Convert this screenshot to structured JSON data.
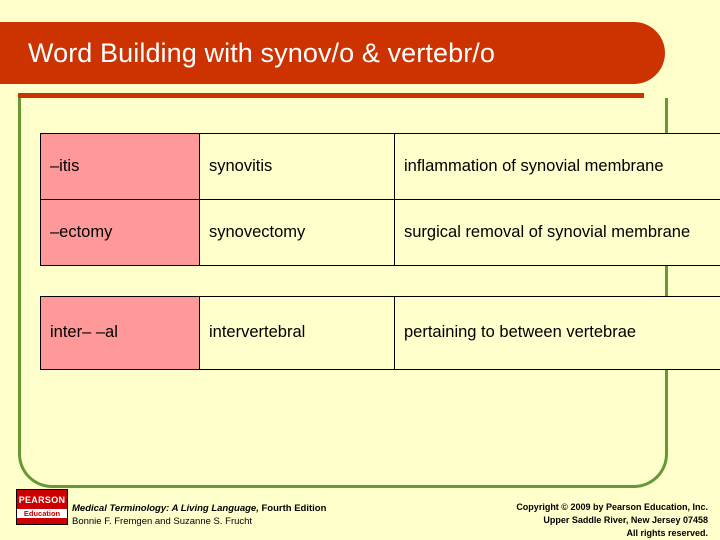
{
  "slide": {
    "title": "Word Building with synov/o & vertebr/o",
    "background_color": "#ffffcc",
    "banner_color": "#cc3300",
    "frame_color": "#669933",
    "highlight_cell_color": "#ff9999"
  },
  "table": {
    "rows": [
      {
        "suffix": "–itis",
        "term": "synovitis",
        "definition": "inflammation of synovial membrane"
      },
      {
        "suffix": "–ectomy",
        "term": "synovectomy",
        "definition": "surgical removal of synovial membrane"
      },
      {
        "suffix": "inter–  –al",
        "term": "intervertebral",
        "definition": "pertaining to between vertebrae"
      }
    ]
  },
  "footer": {
    "logo": {
      "brand": "PEARSON",
      "division": "Education"
    },
    "credit_title": "Medical Terminology: A Living Language,",
    "credit_edition": " Fourth Edition",
    "credit_authors": "Bonnie F. Fremgen and Suzanne S. Frucht",
    "copyright_line1": "Copyright © 2009 by Pearson Education, Inc.",
    "copyright_line2": "Upper Saddle River, New Jersey 07458",
    "copyright_line3": "All rights reserved."
  }
}
